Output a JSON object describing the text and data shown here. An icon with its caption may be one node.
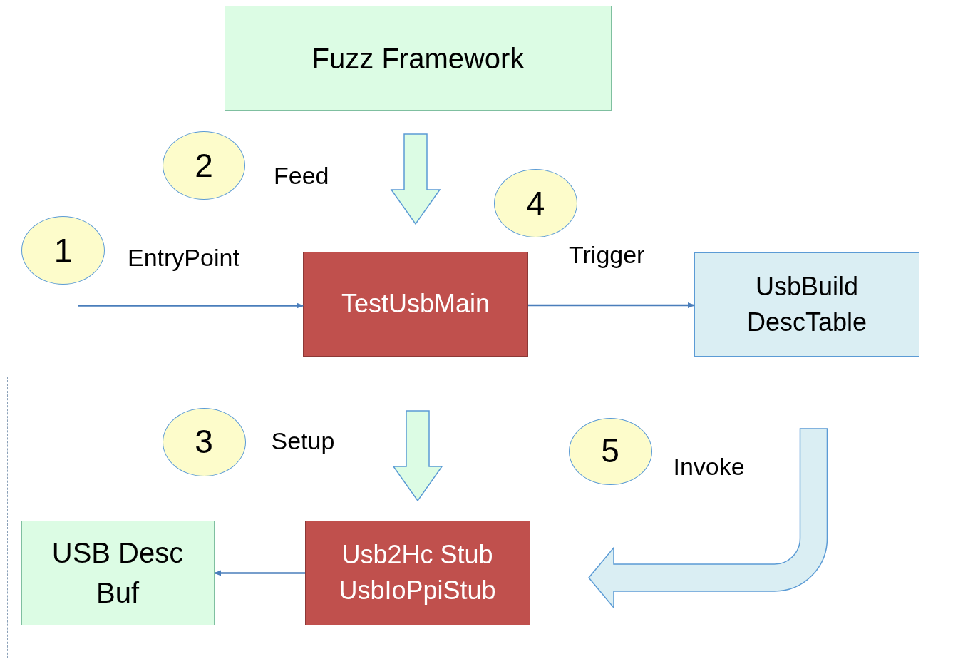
{
  "diagram": {
    "nodes": [
      {
        "text": [
          "Fuzz Framework"
        ]
      },
      {
        "text": [
          "2"
        ],
        "beside": [
          "Feed"
        ]
      },
      {
        "text": [
          "1"
        ],
        "beside": [
          "EntryPoint"
        ]
      },
      {
        "text": [
          "4"
        ],
        "beside": [
          "Trigger"
        ]
      },
      {
        "text": [
          "TestUsbMain"
        ]
      },
      {
        "text": [
          "UsbBuild DescTable"
        ]
      },
      {
        "text": [],
        "shape": "box"
      },
      {
        "text": [
          "3"
        ],
        "beside": [
          "Setup"
        ],
        "in": 6
      },
      {
        "text": [
          "5"
        ],
        "beside": [
          "Invoke"
        ],
        "in": 6
      },
      {
        "text": [
          "USB Desc Buf"
        ],
        "in": 6
      },
      {
        "text": [
          "Usb2Hc Stub UsbIoPpiStub"
        ],
        "in": 6
      }
    ],
    "edges": [
      {
        "from": null,
        "to": 4,
        "arrow": "to"
      },
      {
        "from": 0,
        "to": 4,
        "arrow": "to",
        "style": "thick",
        "color": "#dcfce4"
      },
      {
        "from": 4,
        "to": 5,
        "arrow": "to"
      },
      {
        "from": 4,
        "to": 10,
        "arrow": "to",
        "style": "thick",
        "color": "#dcfce4"
      },
      {
        "from": 10,
        "to": 9,
        "arrow": "to"
      },
      {
        "from": 5,
        "to": 10,
        "arrow": "to",
        "style": "thick",
        "color": "#daeef3"
      }
    ]
  }
}
